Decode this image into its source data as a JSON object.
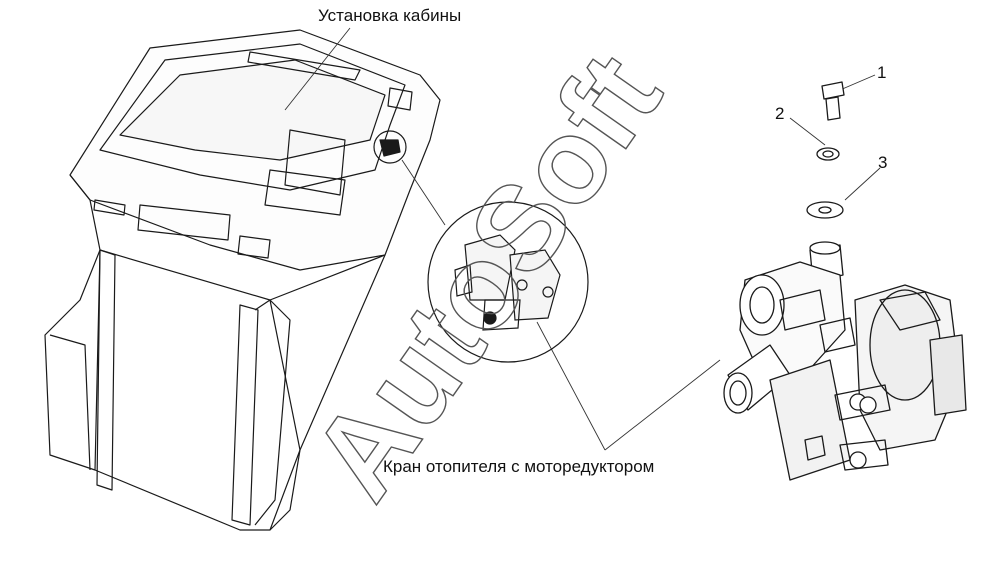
{
  "labels": {
    "cabin_installation": "Установка кабины",
    "heater_valve": "Кран отопителя с моторедуктором"
  },
  "callouts": [
    "1",
    "2",
    "3"
  ],
  "watermark": "AutoSoft",
  "colors": {
    "line": "#1a1a1a",
    "watermark": "#555555",
    "background": "#ffffff"
  }
}
